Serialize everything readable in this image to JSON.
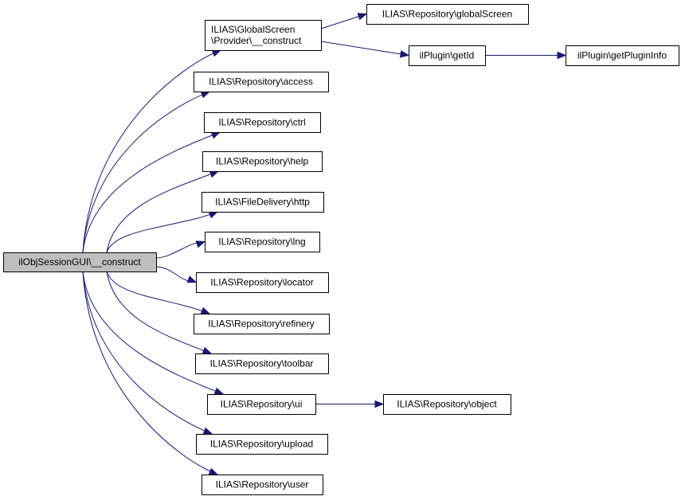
{
  "graph": {
    "type": "call-graph",
    "root": "n0",
    "nodes": [
      {
        "id": "n0",
        "lines": [
          "ilObjSessionGUI\\__construct"
        ],
        "highlight": true
      },
      {
        "id": "n1",
        "lines": [
          "ILIAS\\GlobalScreen",
          "\\Provider\\__construct"
        ]
      },
      {
        "id": "n2",
        "lines": [
          "ILIAS\\Repository\\access"
        ]
      },
      {
        "id": "n3",
        "lines": [
          "ILIAS\\Repository\\ctrl"
        ]
      },
      {
        "id": "n4",
        "lines": [
          "ILIAS\\Repository\\help"
        ]
      },
      {
        "id": "n5",
        "lines": [
          "ILIAS\\FileDelivery\\http"
        ]
      },
      {
        "id": "n6",
        "lines": [
          "ILIAS\\Repository\\lng"
        ]
      },
      {
        "id": "n7",
        "lines": [
          "ILIAS\\Repository\\locator"
        ]
      },
      {
        "id": "n8",
        "lines": [
          "ILIAS\\Repository\\refinery"
        ]
      },
      {
        "id": "n9",
        "lines": [
          "ILIAS\\Repository\\toolbar"
        ]
      },
      {
        "id": "n10",
        "lines": [
          "ILIAS\\Repository\\ui"
        ]
      },
      {
        "id": "n11",
        "lines": [
          "ILIAS\\Repository\\upload"
        ]
      },
      {
        "id": "n12",
        "lines": [
          "ILIAS\\Repository\\user"
        ]
      },
      {
        "id": "n13",
        "lines": [
          "ILIAS\\Repository\\globalScreen"
        ]
      },
      {
        "id": "n14",
        "lines": [
          "ilPlugin\\getId"
        ]
      },
      {
        "id": "n15",
        "lines": [
          "ilPlugin\\getPluginInfo"
        ]
      },
      {
        "id": "n16",
        "lines": [
          "ILIAS\\Repository\\object"
        ]
      }
    ],
    "edges": [
      {
        "from": "n0",
        "to": "n1"
      },
      {
        "from": "n0",
        "to": "n2"
      },
      {
        "from": "n0",
        "to": "n3"
      },
      {
        "from": "n0",
        "to": "n4"
      },
      {
        "from": "n0",
        "to": "n5"
      },
      {
        "from": "n0",
        "to": "n6"
      },
      {
        "from": "n0",
        "to": "n7"
      },
      {
        "from": "n0",
        "to": "n8"
      },
      {
        "from": "n0",
        "to": "n9"
      },
      {
        "from": "n0",
        "to": "n10"
      },
      {
        "from": "n0",
        "to": "n11"
      },
      {
        "from": "n0",
        "to": "n12"
      },
      {
        "from": "n1",
        "to": "n13"
      },
      {
        "from": "n1",
        "to": "n14"
      },
      {
        "from": "n14",
        "to": "n15"
      },
      {
        "from": "n10",
        "to": "n16"
      }
    ],
    "colors": {
      "edge": "#191970",
      "root_fill": "#bfbfbf",
      "node_fill": "#ffffff",
      "border": "#000000"
    }
  }
}
